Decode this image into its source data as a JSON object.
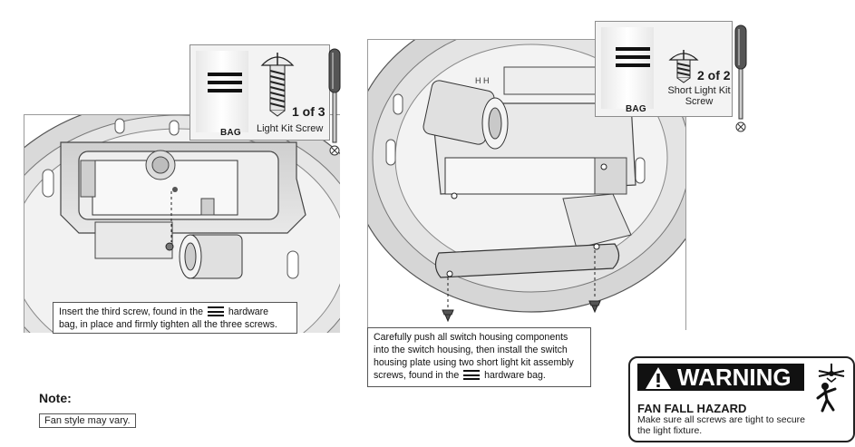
{
  "left_panel": {
    "bag_label": "BAG",
    "screw_count": "1 of 3",
    "screw_name": "Light Kit Screw",
    "caption_part1": "Insert the third screw, found in the",
    "caption_part2": "hardware",
    "caption_line2": "bag, in place and firmly tighten all the three screws."
  },
  "right_panel": {
    "bag_label": "BAG",
    "screw_count": "2 of 2",
    "screw_name_line1": "Short Light Kit",
    "screw_name_line2": "Screw",
    "caption_line1": "Carefully push all switch housing components",
    "caption_line2": "into the switch housing, then install the switch",
    "caption_line3": "housing plate using two short light kit assembly",
    "caption_part4a": "screws, found in the",
    "caption_part4b": "hardware bag."
  },
  "note": {
    "heading": "Note:",
    "text": "Fan style may vary."
  },
  "warning": {
    "title": "WARNING",
    "hazard": "FAN FALL HAZARD",
    "line1": "Make sure all screws are tight to secure",
    "line2": "the light fixture."
  }
}
